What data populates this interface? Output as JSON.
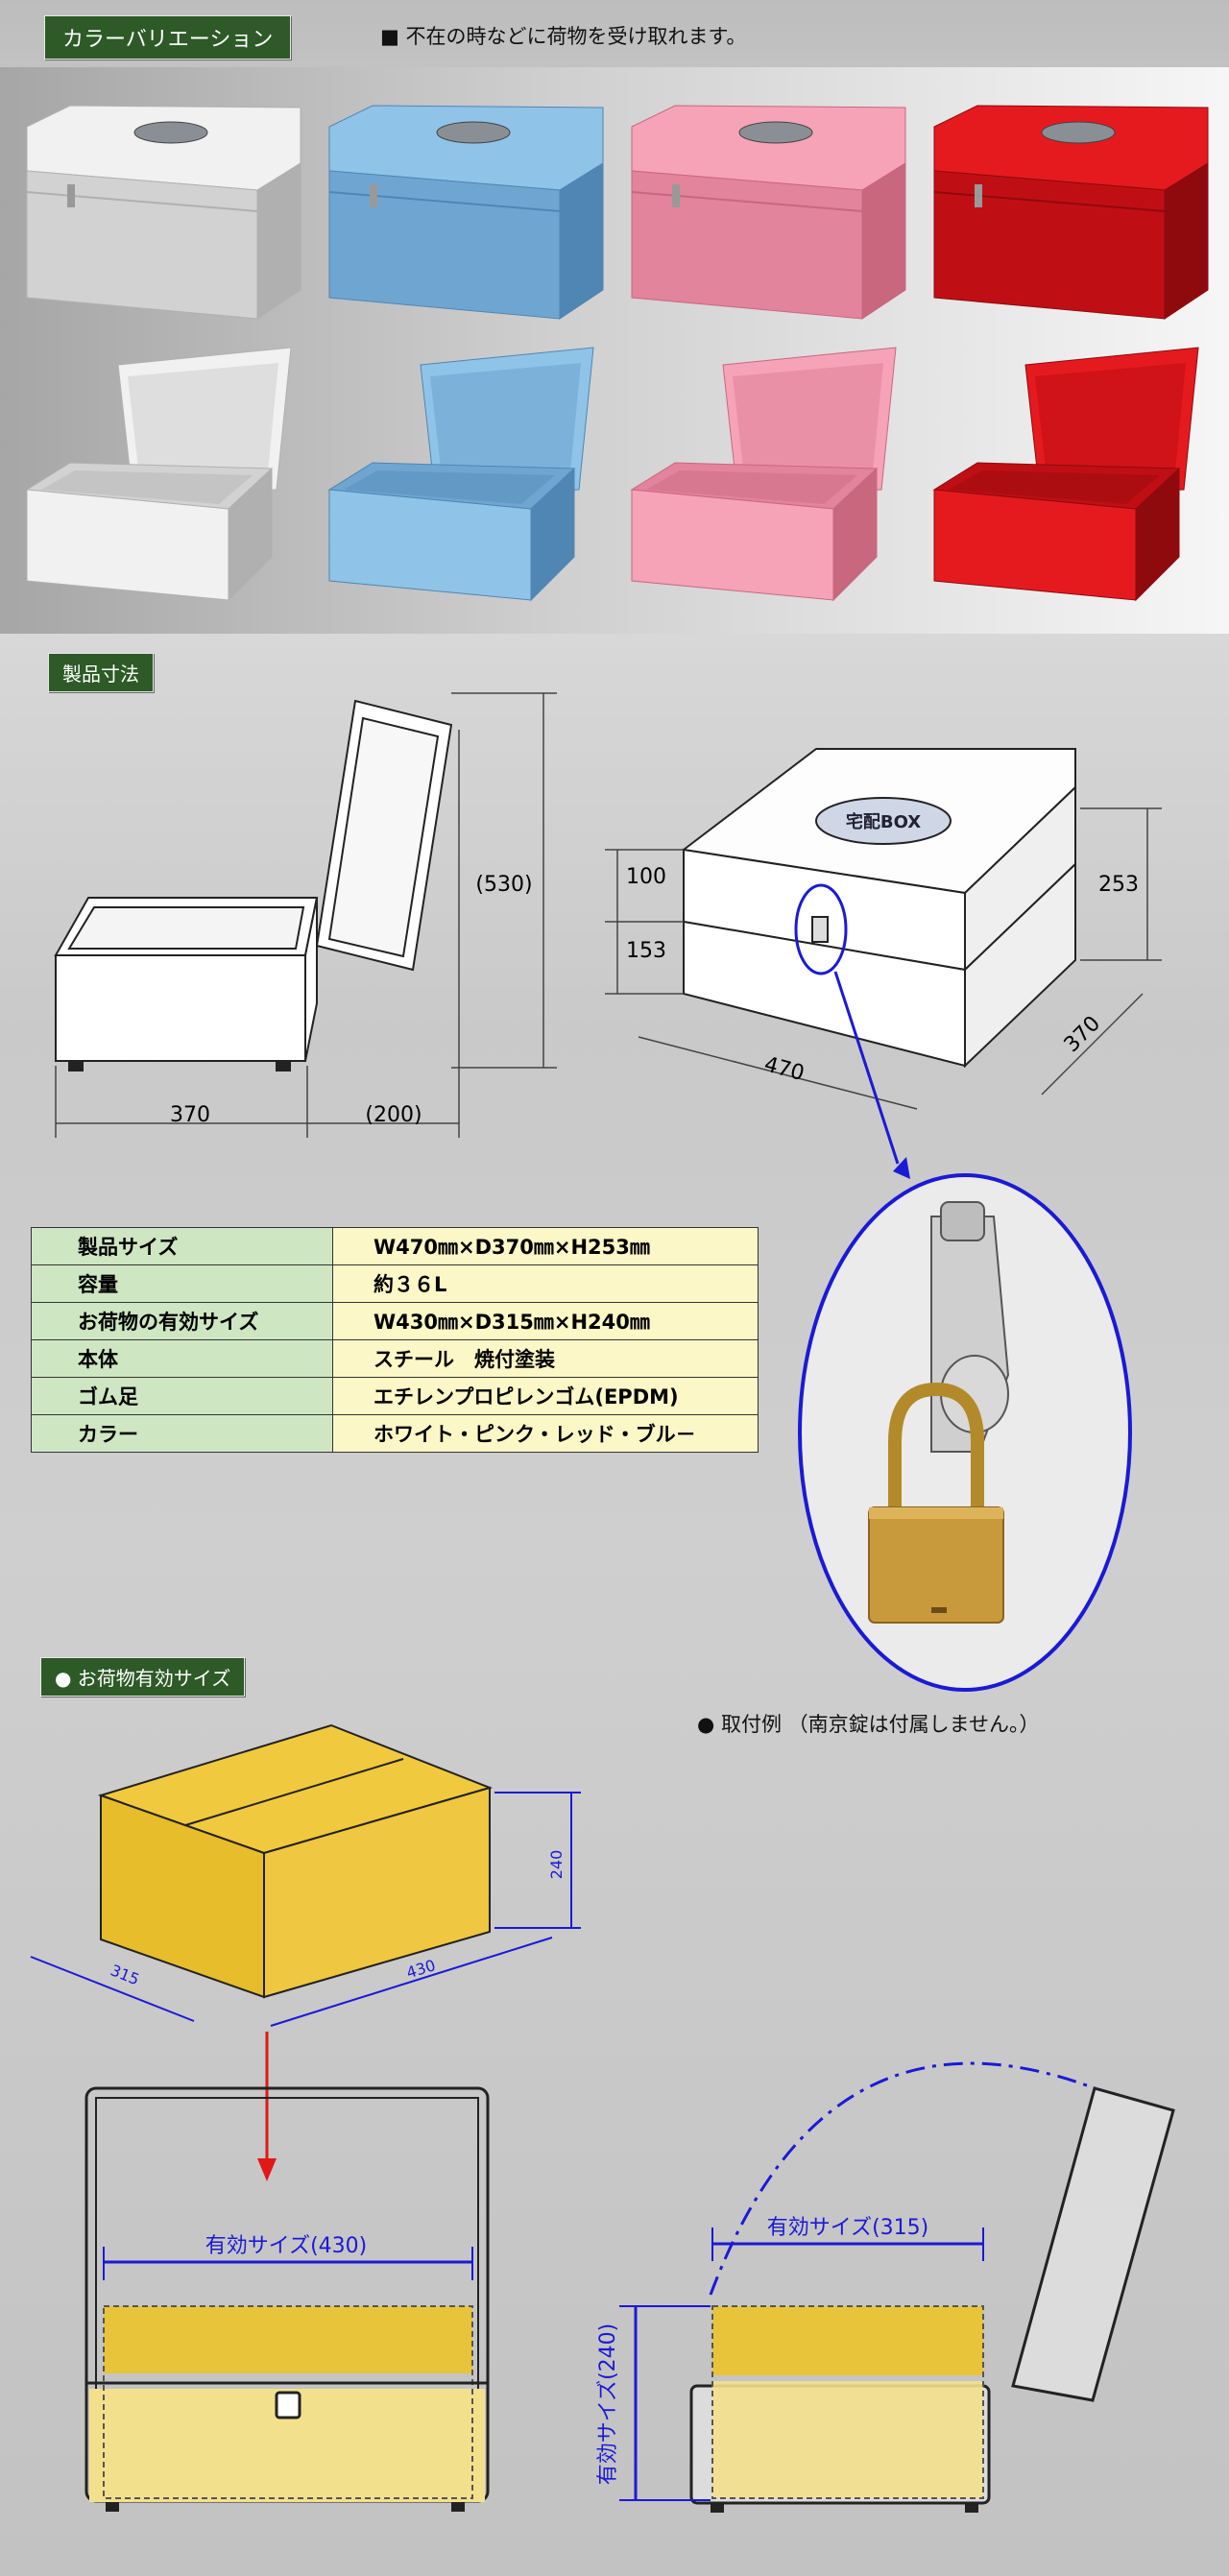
{
  "sections": {
    "colors": "カラーバリエーション",
    "dimensions": "製品寸法",
    "effective": "● お荷物有効サイズ"
  },
  "notes": {
    "absent": "■ 不在の時などに荷物を受け取れます。",
    "attach": "● 取付例 （南京錠は付属しません。）"
  },
  "box_colors": [
    {
      "name": "white",
      "body": "#f1f1f1",
      "shade": "#d2d2d2",
      "dark": "#b0b0b0"
    },
    {
      "name": "blue",
      "body": "#8fc3e8",
      "shade": "#6fa6d1",
      "dark": "#4f86b3"
    },
    {
      "name": "pink",
      "body": "#f6a3b7",
      "shade": "#e2849b",
      "dark": "#c9677f"
    },
    {
      "name": "red",
      "body": "#e51a1f",
      "shade": "#c00f14",
      "dark": "#8e0a0d"
    }
  ],
  "dim_labels": {
    "open_width": "370",
    "open_depth": "(200)",
    "open_height": "(530)",
    "lid_h": "100",
    "body_h": "153",
    "total_h": "253",
    "width": "470",
    "depth": "370",
    "emblem": "宅配BOX"
  },
  "spec_table": [
    {
      "key": "製品サイズ",
      "value": "W470㎜×D370㎜×H253㎜"
    },
    {
      "key": "容量",
      "value": "約３６L"
    },
    {
      "key": "お荷物の有効サイズ",
      "value": "W430㎜×D315㎜×H240㎜"
    },
    {
      "key": "本体",
      "value": "スチール　焼付塗装"
    },
    {
      "key": "ゴム足",
      "value": "エチレンプロピレンゴム(EPDM)"
    },
    {
      "key": "カラー",
      "value": "ホワイト・ピンク・レッド・ブル－"
    }
  ],
  "effective_labels": {
    "h": "240",
    "d": "315",
    "w": "430",
    "front_w": "有効サイズ(430)",
    "side_d": "有効サイズ(315)",
    "side_h": "有効サイズ(240)"
  },
  "colors": {
    "tag_bg": "#2d5a27",
    "dim_blue": "#1a1ad6",
    "arrow_red": "#e01818",
    "cargo_yellow": "#e8c43a",
    "cargo_light": "#f3e08c"
  }
}
